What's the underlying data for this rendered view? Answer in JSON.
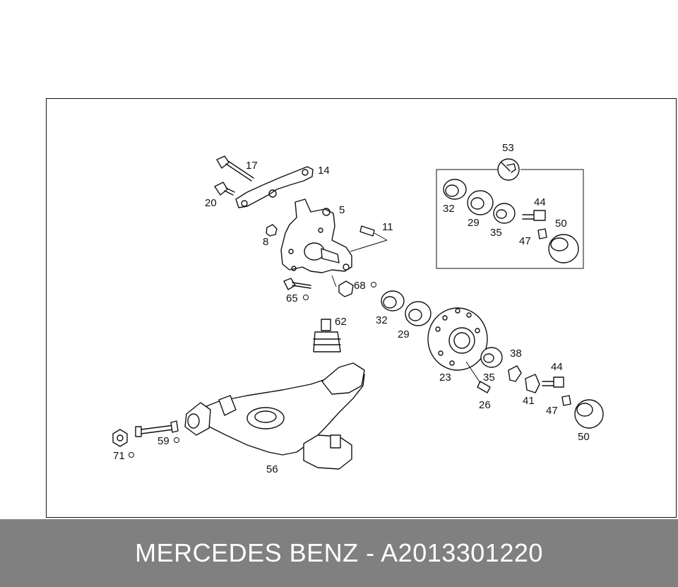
{
  "footer": {
    "title": "MERCEDES BENZ - A2013301220"
  },
  "diagram": {
    "labels": {
      "l53": "53",
      "l17": "17",
      "l14": "14",
      "l20": "20",
      "l5": "5",
      "l11": "11",
      "l8": "8",
      "l32a": "32",
      "l29a": "29",
      "l35a": "35",
      "l44a": "44",
      "l50a": "50",
      "l47a": "47",
      "l65": "65",
      "l68": "68",
      "l62": "62",
      "l32b": "32",
      "l29b": "29",
      "l23": "23",
      "l35b": "35",
      "l38": "38",
      "l44b": "44",
      "l26": "26",
      "l41": "41",
      "l47b": "47",
      "l50b": "50",
      "l71": "71",
      "l59": "59",
      "l56": "56"
    }
  }
}
